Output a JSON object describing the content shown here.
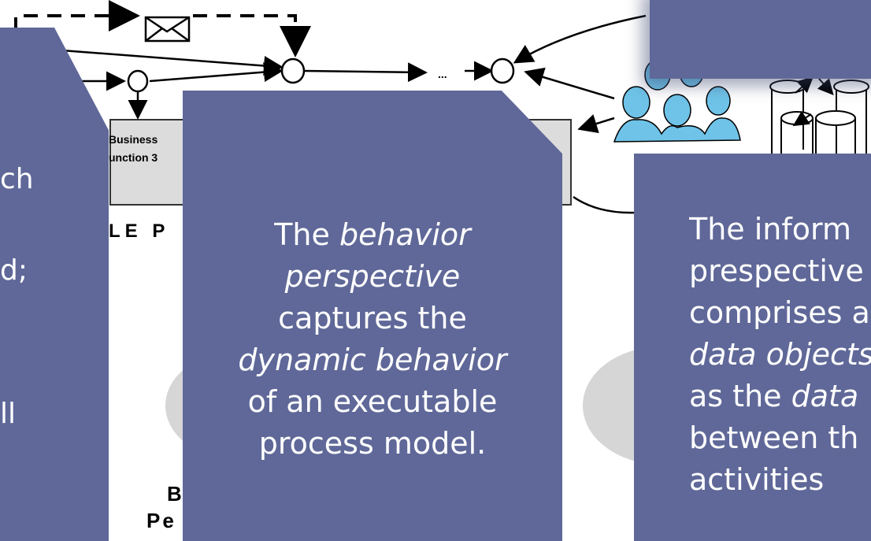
{
  "diagram": {
    "business_function_label": "Business\nunction 3",
    "process_label_fragment": "LE P",
    "bottom_label_line1": "B",
    "bottom_label_line2": "Pe",
    "ellipsis": "..."
  },
  "cards": {
    "left": {
      "line1": "ch",
      "line2": "d;",
      "line3": "ll"
    },
    "behavior": {
      "text_prefix": "The ",
      "em1": "behavior perspective",
      "mid1": " captures the ",
      "em2": "dynamic behavior",
      "text_suffix": " of an executable process model."
    },
    "information": {
      "line1": "The inform",
      "line2": "prespective",
      "line3": "comprises a",
      "line4_em": "data objects",
      "line5_prefix": "as the ",
      "line5_em": "data",
      "line6": "between th",
      "line7": "activities"
    }
  },
  "icons": [
    "envelope-icon",
    "people-group-icon",
    "database-cylinders-icon"
  ],
  "colors": {
    "card": "#5f6898",
    "ellipse": "#d6d6d6",
    "function_box": "#dcdcdc",
    "people_icon": "#6fc3e8"
  }
}
